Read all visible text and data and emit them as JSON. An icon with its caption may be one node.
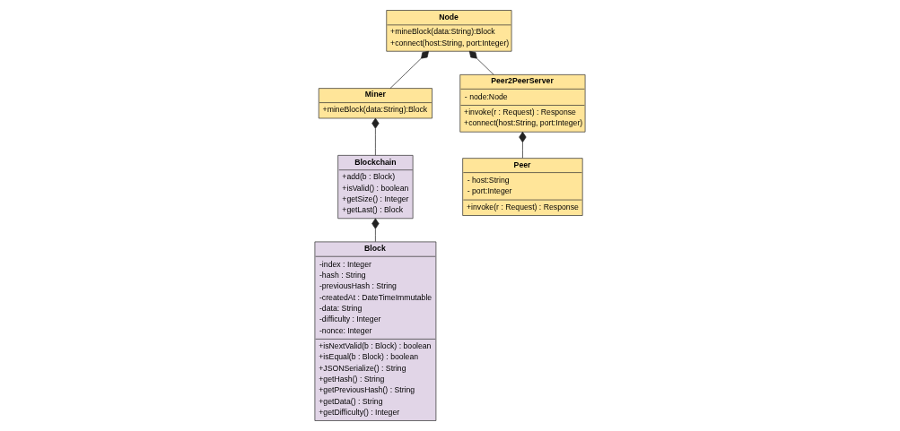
{
  "diagram": {
    "nodes": [
      {
        "text": [
          "Block",
          "-index : Integer",
          "-hash : String",
          "-previousHash : String",
          "-createdAt : DateTimeImmutable",
          "-data: String",
          "-difficulty : Integer",
          "-nonce: Integer",
          "+isNextValid(b : Block) : boolean",
          "+isEqual(b : Block) : boolean",
          "+JSONSerialize() : String",
          "+getHash() : String",
          "+getPreviousHash() : String",
          "+getData() : String",
          "+getDifficulty() : Integer"
        ]
      },
      {
        "text": [
          "Node",
          "+mineBlock(data:String):Block",
          "+connect(host:String, port:Integer)"
        ]
      },
      {
        "text": [
          "Miner",
          "+mineBlock(data:String):Block"
        ]
      },
      {
        "text": [
          "Blockchain",
          "+add(b : Block)",
          "+isValid() : boolean",
          "+getSize() : Integer",
          "+getLast() : Block"
        ]
      },
      {
        "text": [
          "Peer2PeerServer",
          "- node:Node",
          "+invoke(r : Request) : Response",
          "+connect(host:String, port:Integer)"
        ]
      },
      {
        "text": [
          "Peer",
          "- host:String",
          "- port:Integer",
          "+invoke(r : Request) : Response"
        ]
      }
    ],
    "edges": [
      {
        "from": 0,
        "to": 3,
        "arrow": "other"
      },
      {
        "from": 2,
        "to": 1,
        "arrow": "other"
      },
      {
        "from": 3,
        "to": 2,
        "arrow": "other"
      },
      {
        "from": 4,
        "to": 1,
        "arrow": "other"
      },
      {
        "from": 5,
        "to": 4,
        "arrow": "other"
      }
    ]
  }
}
